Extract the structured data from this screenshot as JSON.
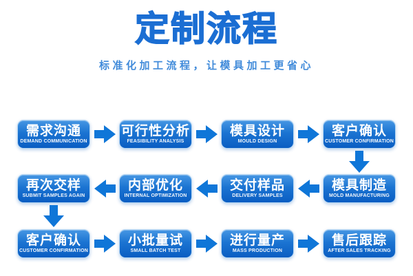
{
  "header": {
    "title": "定制流程",
    "subtitle": "标准化加工流程，让模具加工更省心"
  },
  "colors": {
    "title": "#1b6ed3",
    "subtitle": "#418bda",
    "box_gradient_top": "#4697e4",
    "box_gradient_bottom": "#0a5dc2",
    "box_border": "#b7d7f3",
    "arrow": "#0f76d8",
    "box_text": "#ffffff",
    "background": "#ffffff"
  },
  "flow": {
    "rows": [
      {
        "direction": "right",
        "steps": [
          {
            "zh": "需求沟通",
            "en": "DEMAND COMMUNICATION"
          },
          {
            "zh": "可行性分析",
            "en": "FEASIBILITY ANALYSIS"
          },
          {
            "zh": "模具设计",
            "en": "MOULD DESIGN"
          },
          {
            "zh": "客户确认",
            "en": "CUSTOMER CONFIRMATION"
          }
        ]
      },
      {
        "direction": "left",
        "steps": [
          {
            "zh": "再次交样",
            "en": "SUBMIT SAMPLES AGAIN"
          },
          {
            "zh": "内部优化",
            "en": "INTERNAL OPTIMIZATION"
          },
          {
            "zh": "交付样品",
            "en": "DELIVERY SAMPLES"
          },
          {
            "zh": "模具制造",
            "en": "MOLD MANUFACTURING"
          }
        ]
      },
      {
        "direction": "right",
        "steps": [
          {
            "zh": "客户确认",
            "en": "CUSTOMER CONFIRMATION"
          },
          {
            "zh": "小批量试",
            "en": "SMALL BATCH TEST"
          },
          {
            "zh": "进行量产",
            "en": "MASS PRODUCTION"
          },
          {
            "zh": "售后跟踪",
            "en": "AFTER SALES TRACKING"
          }
        ]
      }
    ],
    "connectors": [
      {
        "direction": "down",
        "from": "客户确认",
        "to": "模具制造",
        "column": 4,
        "between_rows": "1-2"
      },
      {
        "direction": "down",
        "from": "再次交样",
        "to": "客户确认",
        "column": 1,
        "between_rows": "2-3"
      }
    ]
  }
}
